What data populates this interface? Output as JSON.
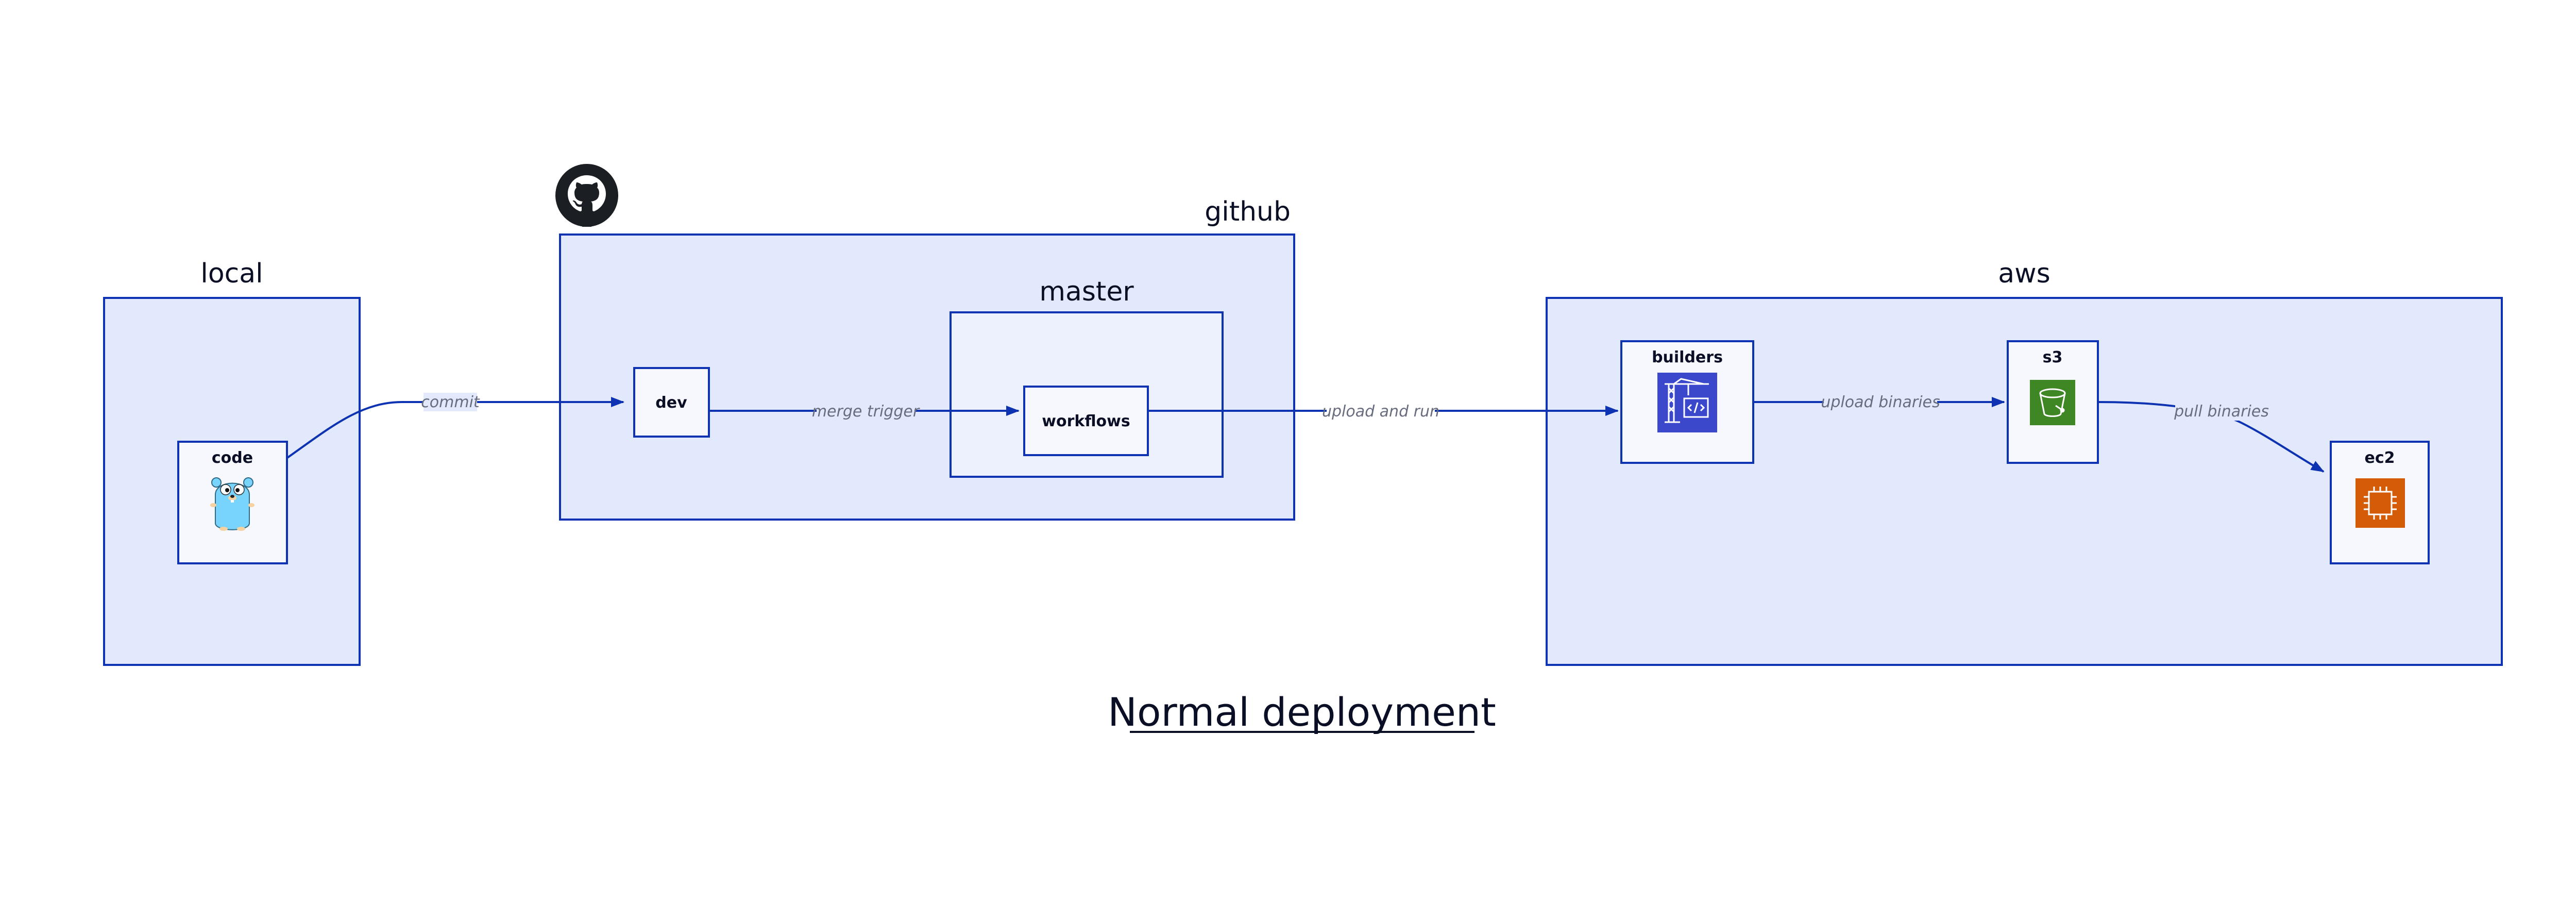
{
  "title": "Normal deployment",
  "colors": {
    "group_fill": "#e3e9fd",
    "inner_fill": "#edf0fd",
    "node_fill": "#f7f8fe",
    "stroke": "#0d32b2",
    "builders_icon": "#3b48cc",
    "s3_icon": "#3f8624",
    "ec2_icon": "#d45b07"
  },
  "groups": {
    "local": "local",
    "github": "github",
    "master": "master",
    "aws": "aws"
  },
  "nodes": {
    "code": {
      "label": "code",
      "icon": "gopher-icon"
    },
    "dev": {
      "label": "dev"
    },
    "workflows": {
      "label": "workflows"
    },
    "builders": {
      "label": "builders",
      "icon": "codebuild-icon"
    },
    "s3": {
      "label": "s3",
      "icon": "s3-bucket-icon"
    },
    "ec2": {
      "label": "ec2",
      "icon": "ec2-chip-icon"
    }
  },
  "edges": [
    {
      "from": "code",
      "to": "dev",
      "label": "commit"
    },
    {
      "from": "dev",
      "to": "workflows",
      "label": "merge trigger"
    },
    {
      "from": "workflows",
      "to": "builders",
      "label": "upload and run"
    },
    {
      "from": "builders",
      "to": "s3",
      "label": "upload binaries"
    },
    {
      "from": "s3",
      "to": "ec2",
      "label": "pull binaries"
    }
  ],
  "icons": {
    "github": "github-logo-icon"
  }
}
